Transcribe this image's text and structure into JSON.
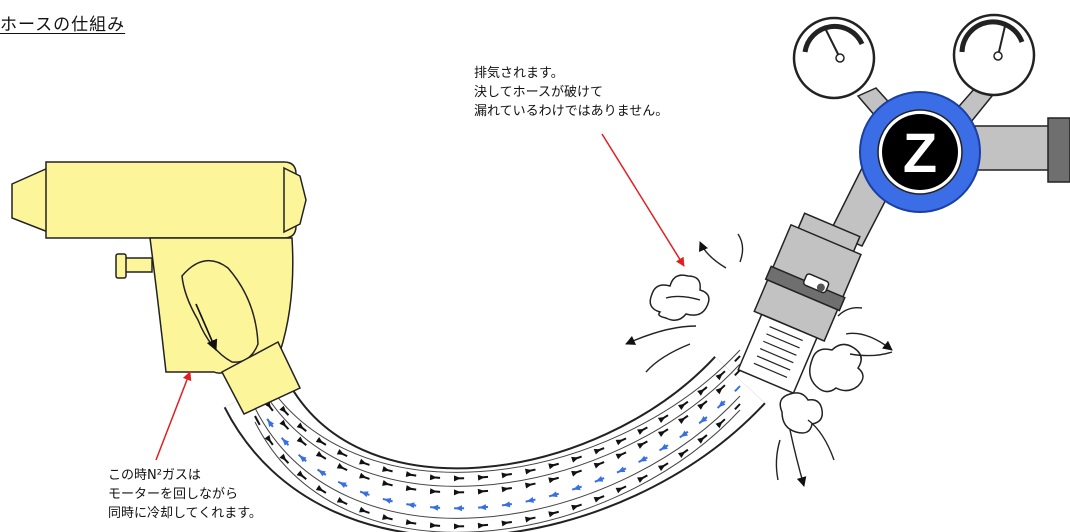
{
  "title": "ホースの仕組み",
  "regulator_badge": "Z",
  "exhaust_note": [
    "排気されます。",
    "決してホースが破けて",
    "漏れているわけではありません。"
  ],
  "cooling_note": [
    "この時N²ガスは",
    "モーターを回しながら",
    "同時に冷却してくれます。"
  ],
  "colors": {
    "tool_body": "#fdf59a",
    "regulator_ring": "#3b6ee6",
    "gray_parts": "#c2c2c2",
    "flow_out": "#111111",
    "flow_in": "#3a6fe0",
    "pointer": "#e02020"
  }
}
